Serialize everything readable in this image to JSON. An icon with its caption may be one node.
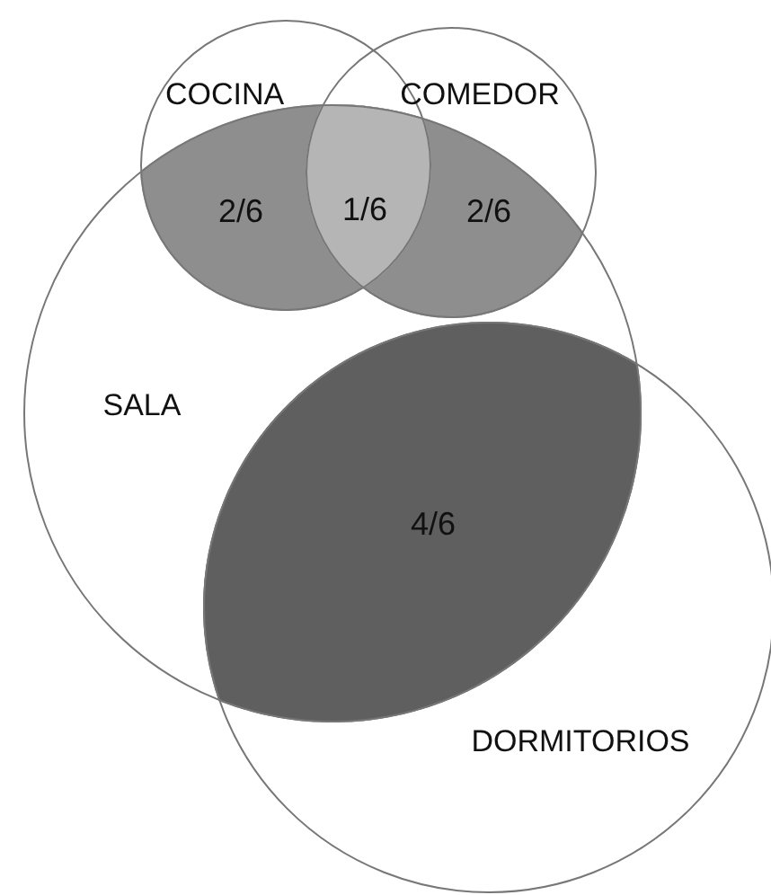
{
  "diagram": {
    "nodes": [
      {
        "text": [
          "COCINA"
        ]
      },
      {
        "text": [
          "COMEDOR"
        ]
      },
      {
        "text": [
          "SALA"
        ]
      },
      {
        "text": [
          "DORMITORIOS"
        ]
      }
    ],
    "edges": [],
    "labels": [
      "2/6",
      "1/6",
      "2/6",
      "4/6"
    ]
  }
}
